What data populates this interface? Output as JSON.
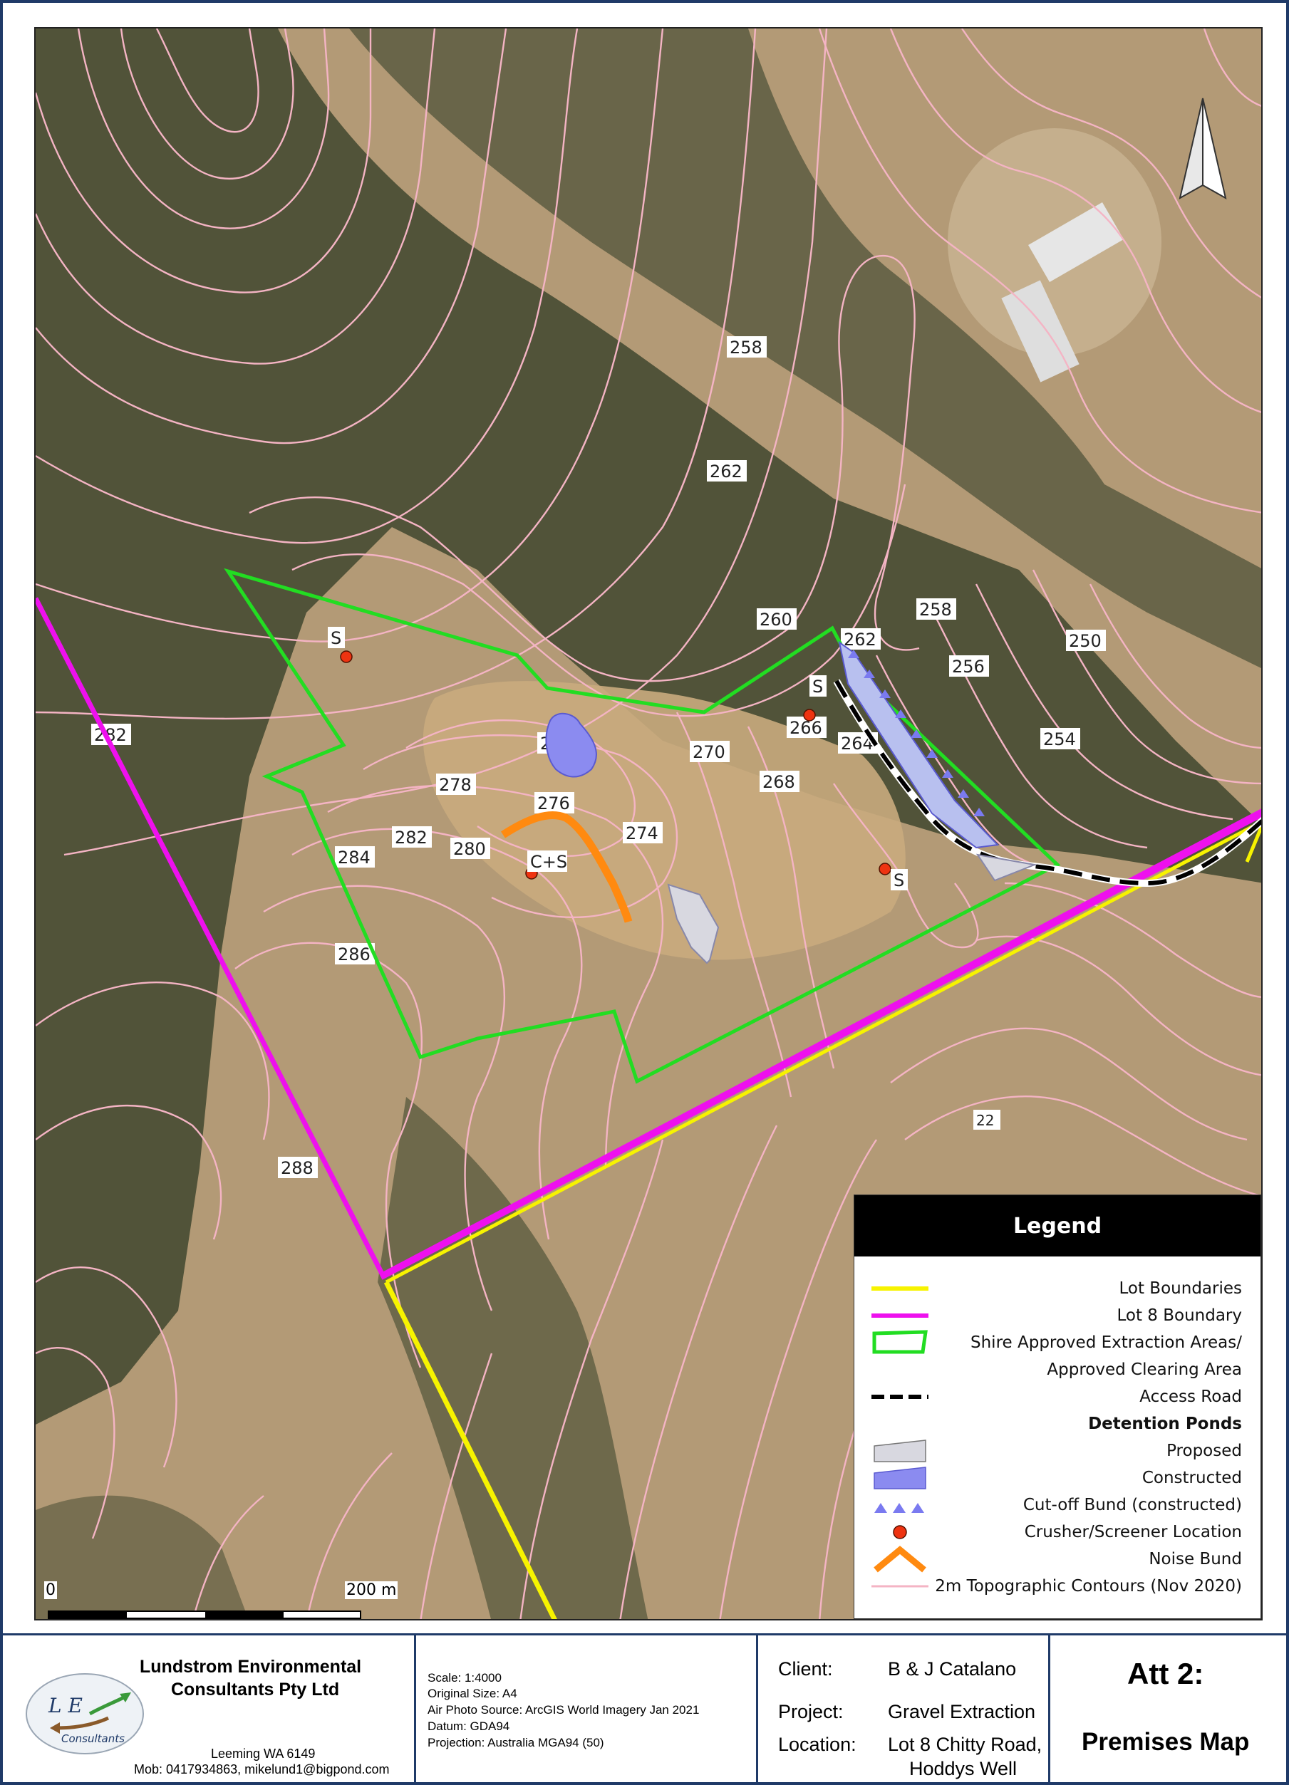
{
  "legend": {
    "title": "Legend",
    "items": [
      {
        "label": "Lot Boundaries",
        "color": "#f7f300"
      },
      {
        "label": "Lot 8 Boundary",
        "color": "#ee10ee"
      },
      {
        "label": "Shire Approved Extraction Areas/",
        "color": "#22dd22"
      },
      {
        "label": "Approved Clearing Area"
      },
      {
        "label": "Access Road",
        "color": "#000000"
      },
      {
        "label": "Detention Ponds"
      },
      {
        "label": "Proposed",
        "color": "#d8d8e0"
      },
      {
        "label": "Constructed",
        "color": "#8b8bf0"
      },
      {
        "label": "Cut-off Bund (constructed)",
        "color": "#7a7af0"
      },
      {
        "label": "Crusher/Screener Location",
        "color": "#ee3311"
      },
      {
        "label": "Noise Bund",
        "color": "#ff8a10"
      },
      {
        "label": "2m Topographic Contours (Nov 2020)",
        "color": "#f4b4c4"
      }
    ]
  },
  "map": {
    "contour_labels": [
      "258",
      "262",
      "260",
      "262",
      "258",
      "256",
      "250",
      "254",
      "264",
      "266",
      "270",
      "268",
      "272",
      "276",
      "278",
      "274",
      "280",
      "282",
      "284",
      "286",
      "282",
      "288",
      "22"
    ],
    "point_labels": [
      "S",
      "S",
      "C+S",
      "S"
    ],
    "scale": {
      "start": "0",
      "end": "200 m"
    }
  },
  "footer": {
    "company_line1": "Lundstrom Environmental",
    "company_line2": "Consultants Pty Ltd",
    "logo_letters": "L E",
    "logo_text": "Consultants",
    "address": "Leeming WA 6149",
    "contact": "Mob: 0417934863, mikelund1@bigpond.com",
    "scale": "Scale: 1:4000",
    "original_size": "Original Size: A4",
    "air_photo": "Air Photo Source: ArcGIS World Imagery Jan 2021",
    "datum": "Datum: GDA94",
    "projection": "Projection: Australia MGA94 (50)",
    "client_label": "Client:",
    "client_value": "B & J Catalano",
    "project_label": "Project:",
    "project_value": "Gravel Extraction",
    "location_label": "Location:",
    "location_value_1": "Lot 8 Chitty Road,",
    "location_value_2": "Hoddys Well",
    "att": "Att 2:",
    "title": "Premises Map"
  }
}
